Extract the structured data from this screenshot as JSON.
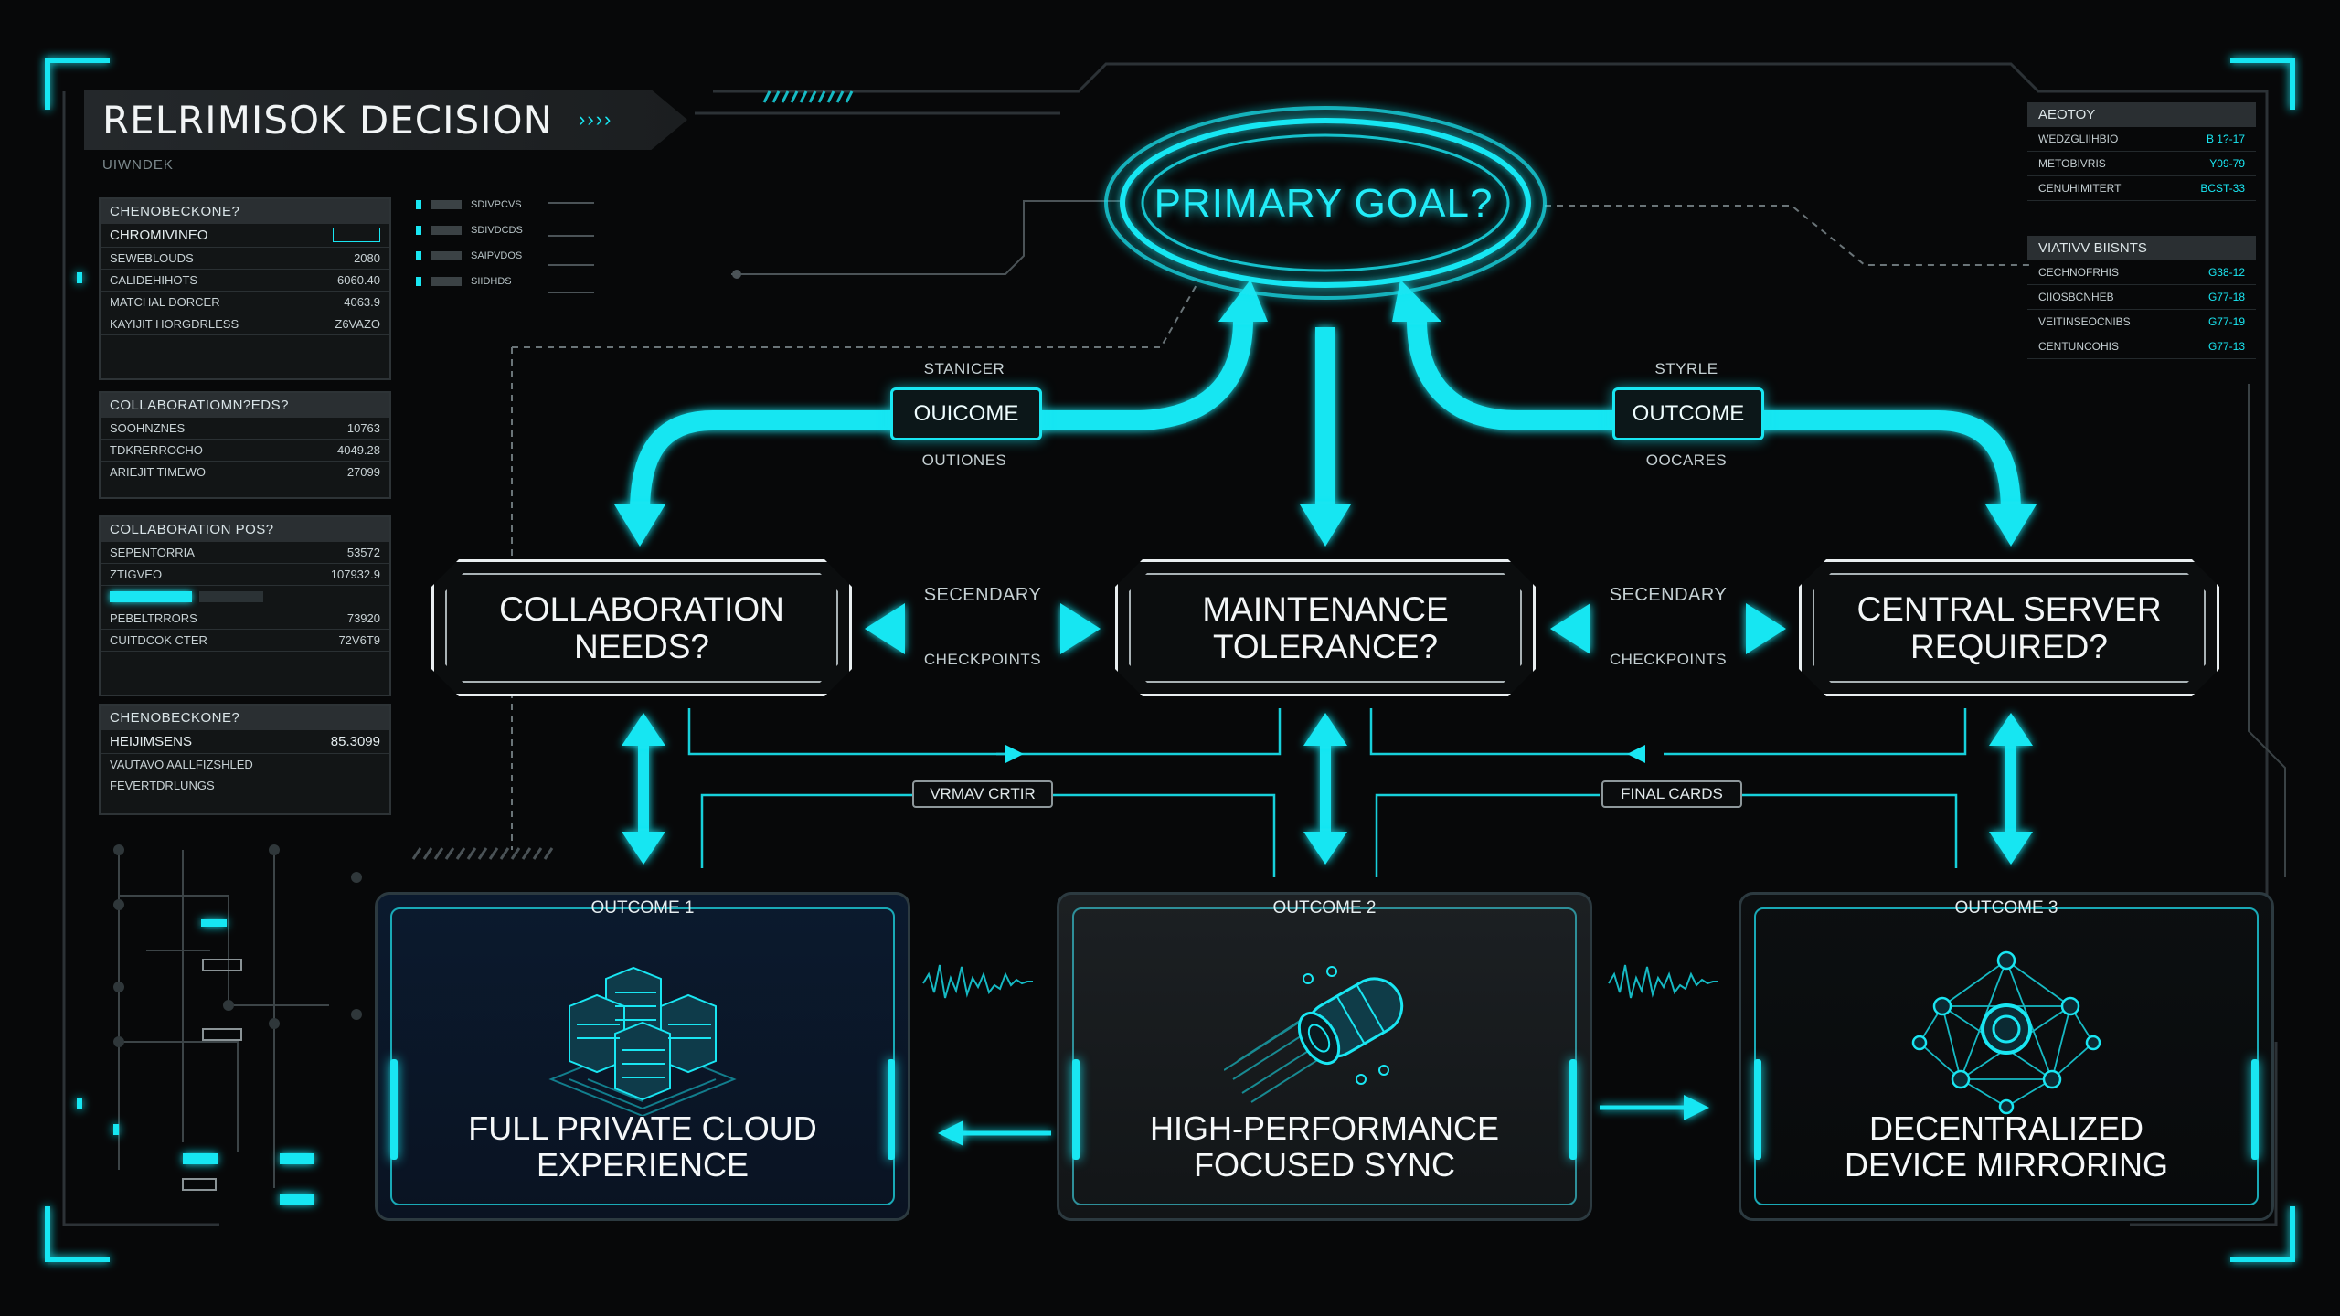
{
  "header": {
    "title": "RELRIMISOK DECISION",
    "chevrons": "››››",
    "subtitle": "UIWNDEK"
  },
  "left_panels": [
    {
      "title": "CHENOBECKONE?",
      "rows": [
        {
          "label": "CHROMIVINEO",
          "value": ""
        },
        {
          "label": "SEWEBLOUDS",
          "value": "2080"
        },
        {
          "label": "CALIDEHIHOTS",
          "value": "6060.40"
        },
        {
          "label": "MATCHAL DORCER",
          "value": "4063.9"
        },
        {
          "label": "KAYIJIT HORGDRLESS",
          "value": "Z6VAZO"
        }
      ]
    },
    {
      "title": "COLLABORATIOMN?EDS?",
      "rows": [
        {
          "label": "SOOHNZNES",
          "value": "10763"
        },
        {
          "label": "TDKRERROCHO",
          "value": "4049.28"
        },
        {
          "label": "ARIEJIT TIMEWO",
          "value": "27099"
        }
      ]
    },
    {
      "title": "COLLABORATION POS?",
      "rows": [
        {
          "label": "SEPENTORRIA",
          "value": "53572"
        },
        {
          "label": "ZTIGVEO",
          "value": "107932.9"
        },
        {
          "label": "PEBELTRRORS",
          "value": "73920"
        },
        {
          "label": "CUITDCOK CTER",
          "value": "72V6T9"
        }
      ]
    },
    {
      "title": "CHENOBECKONE?",
      "rows": [
        {
          "label": "HEIJIMSENS",
          "value": "85.3099"
        },
        {
          "label": "VAUTAVO AALLFIZSHLED",
          "value": ""
        },
        {
          "label": "FEVERTDRLUNGS",
          "value": ""
        }
      ]
    }
  ],
  "mini_list": [
    "SDIVPCVS",
    "SDIVDCDS",
    "SAIPVDOS",
    "SIIDHDS"
  ],
  "right_panel": {
    "section1_title": "AEOTOY",
    "section1_rows": [
      {
        "label": "WEDZGLIIHBIO",
        "value": "B 1?-17"
      },
      {
        "label": "METOBIVRIS",
        "value": "Y09-79"
      },
      {
        "label": "CENUHIMITERT",
        "value": "BCST-33"
      }
    ],
    "section2_title": "VIATIVV BIISNTS",
    "section2_rows": [
      {
        "label": "CECHNOFRHIS",
        "value": "G38-12"
      },
      {
        "label": "CIIOSBCNHEB",
        "value": "G77-18"
      },
      {
        "label": "VEITINSEOCNIBS",
        "value": "G77-19"
      },
      {
        "label": "CENTUNCOHIS",
        "value": "G77-13"
      }
    ]
  },
  "goal": {
    "label": "PRIMARY GOAL?"
  },
  "outcome_pills": [
    {
      "top": "STANICER",
      "label": "OUICOME",
      "bottom": "OUTIONES"
    },
    {
      "top": "STYRLE",
      "label": "OUTCOME",
      "bottom": "OOCARES"
    }
  ],
  "decisions": [
    {
      "label": "COLLABORATION\nNEEDS?"
    },
    {
      "label": "MAINTENANCE\nTOLERANCE?"
    },
    {
      "label": "CENTRAL SERVER\nREQUIRED?"
    }
  ],
  "connectors": [
    {
      "top": "SECENDARY",
      "bottom": "CHECKPOINTS"
    },
    {
      "top": "SECENDARY",
      "bottom": "CHECKPOINTS"
    }
  ],
  "tags": [
    "VRMAV CRTIR",
    "FINAL CARDS"
  ],
  "outcomes": [
    {
      "label": "OUTCOME 1",
      "title": "FULL PRIVATE CLOUD\nEXPERIENCE",
      "icon": "server-stack-icon"
    },
    {
      "label": "OUTCOME 2",
      "title": "HIGH-PERFORMANCE\nFOCUSED SYNC",
      "icon": "sync-cylinder-icon"
    },
    {
      "label": "OUTCOME 3",
      "title": "DECENTRALIZED\nDEVICE MIRRORING",
      "icon": "mesh-network-icon"
    }
  ],
  "colors": {
    "accent": "#19e6f2",
    "background": "#070809",
    "box_border": "#e9eef0"
  }
}
